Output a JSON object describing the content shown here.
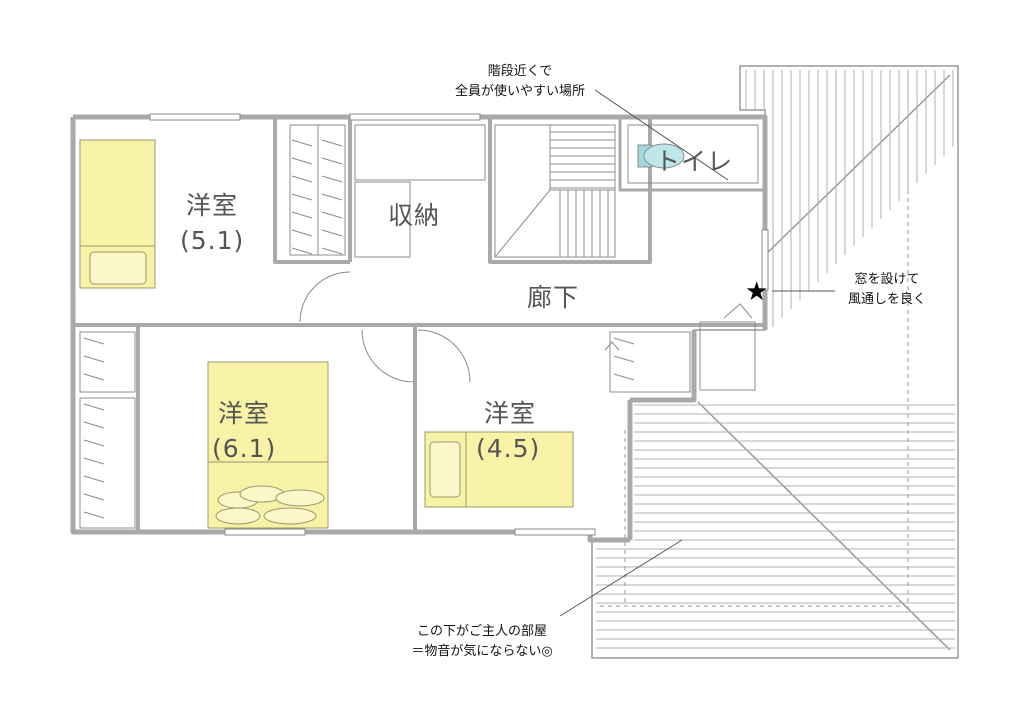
{
  "rooms": {
    "western_51_name": "洋室",
    "western_51_size": "(5.1)",
    "storage": "収納",
    "toilet": "トイレ",
    "hallway": "廊下",
    "western_61_name": "洋室",
    "western_61_size": "(6.1)",
    "western_45_name": "洋室",
    "western_45_size": "(4.5)"
  },
  "notes": {
    "toilet_line1": "階段近くで",
    "toilet_line2": "全員が使いやすい場所",
    "window_line1": "窓を設けて",
    "window_line2": "風通しを良く",
    "below_line1": "この下がご主人の部屋",
    "below_line2": "＝物音が気にならない◎"
  },
  "symbols": {
    "window_star": "★"
  },
  "colors": {
    "wall": "#a9a9a9",
    "bed_fill": "#f7f2a6",
    "roof_lines": "#9a9a9a",
    "toilet_accent": "#9fd9dd"
  }
}
